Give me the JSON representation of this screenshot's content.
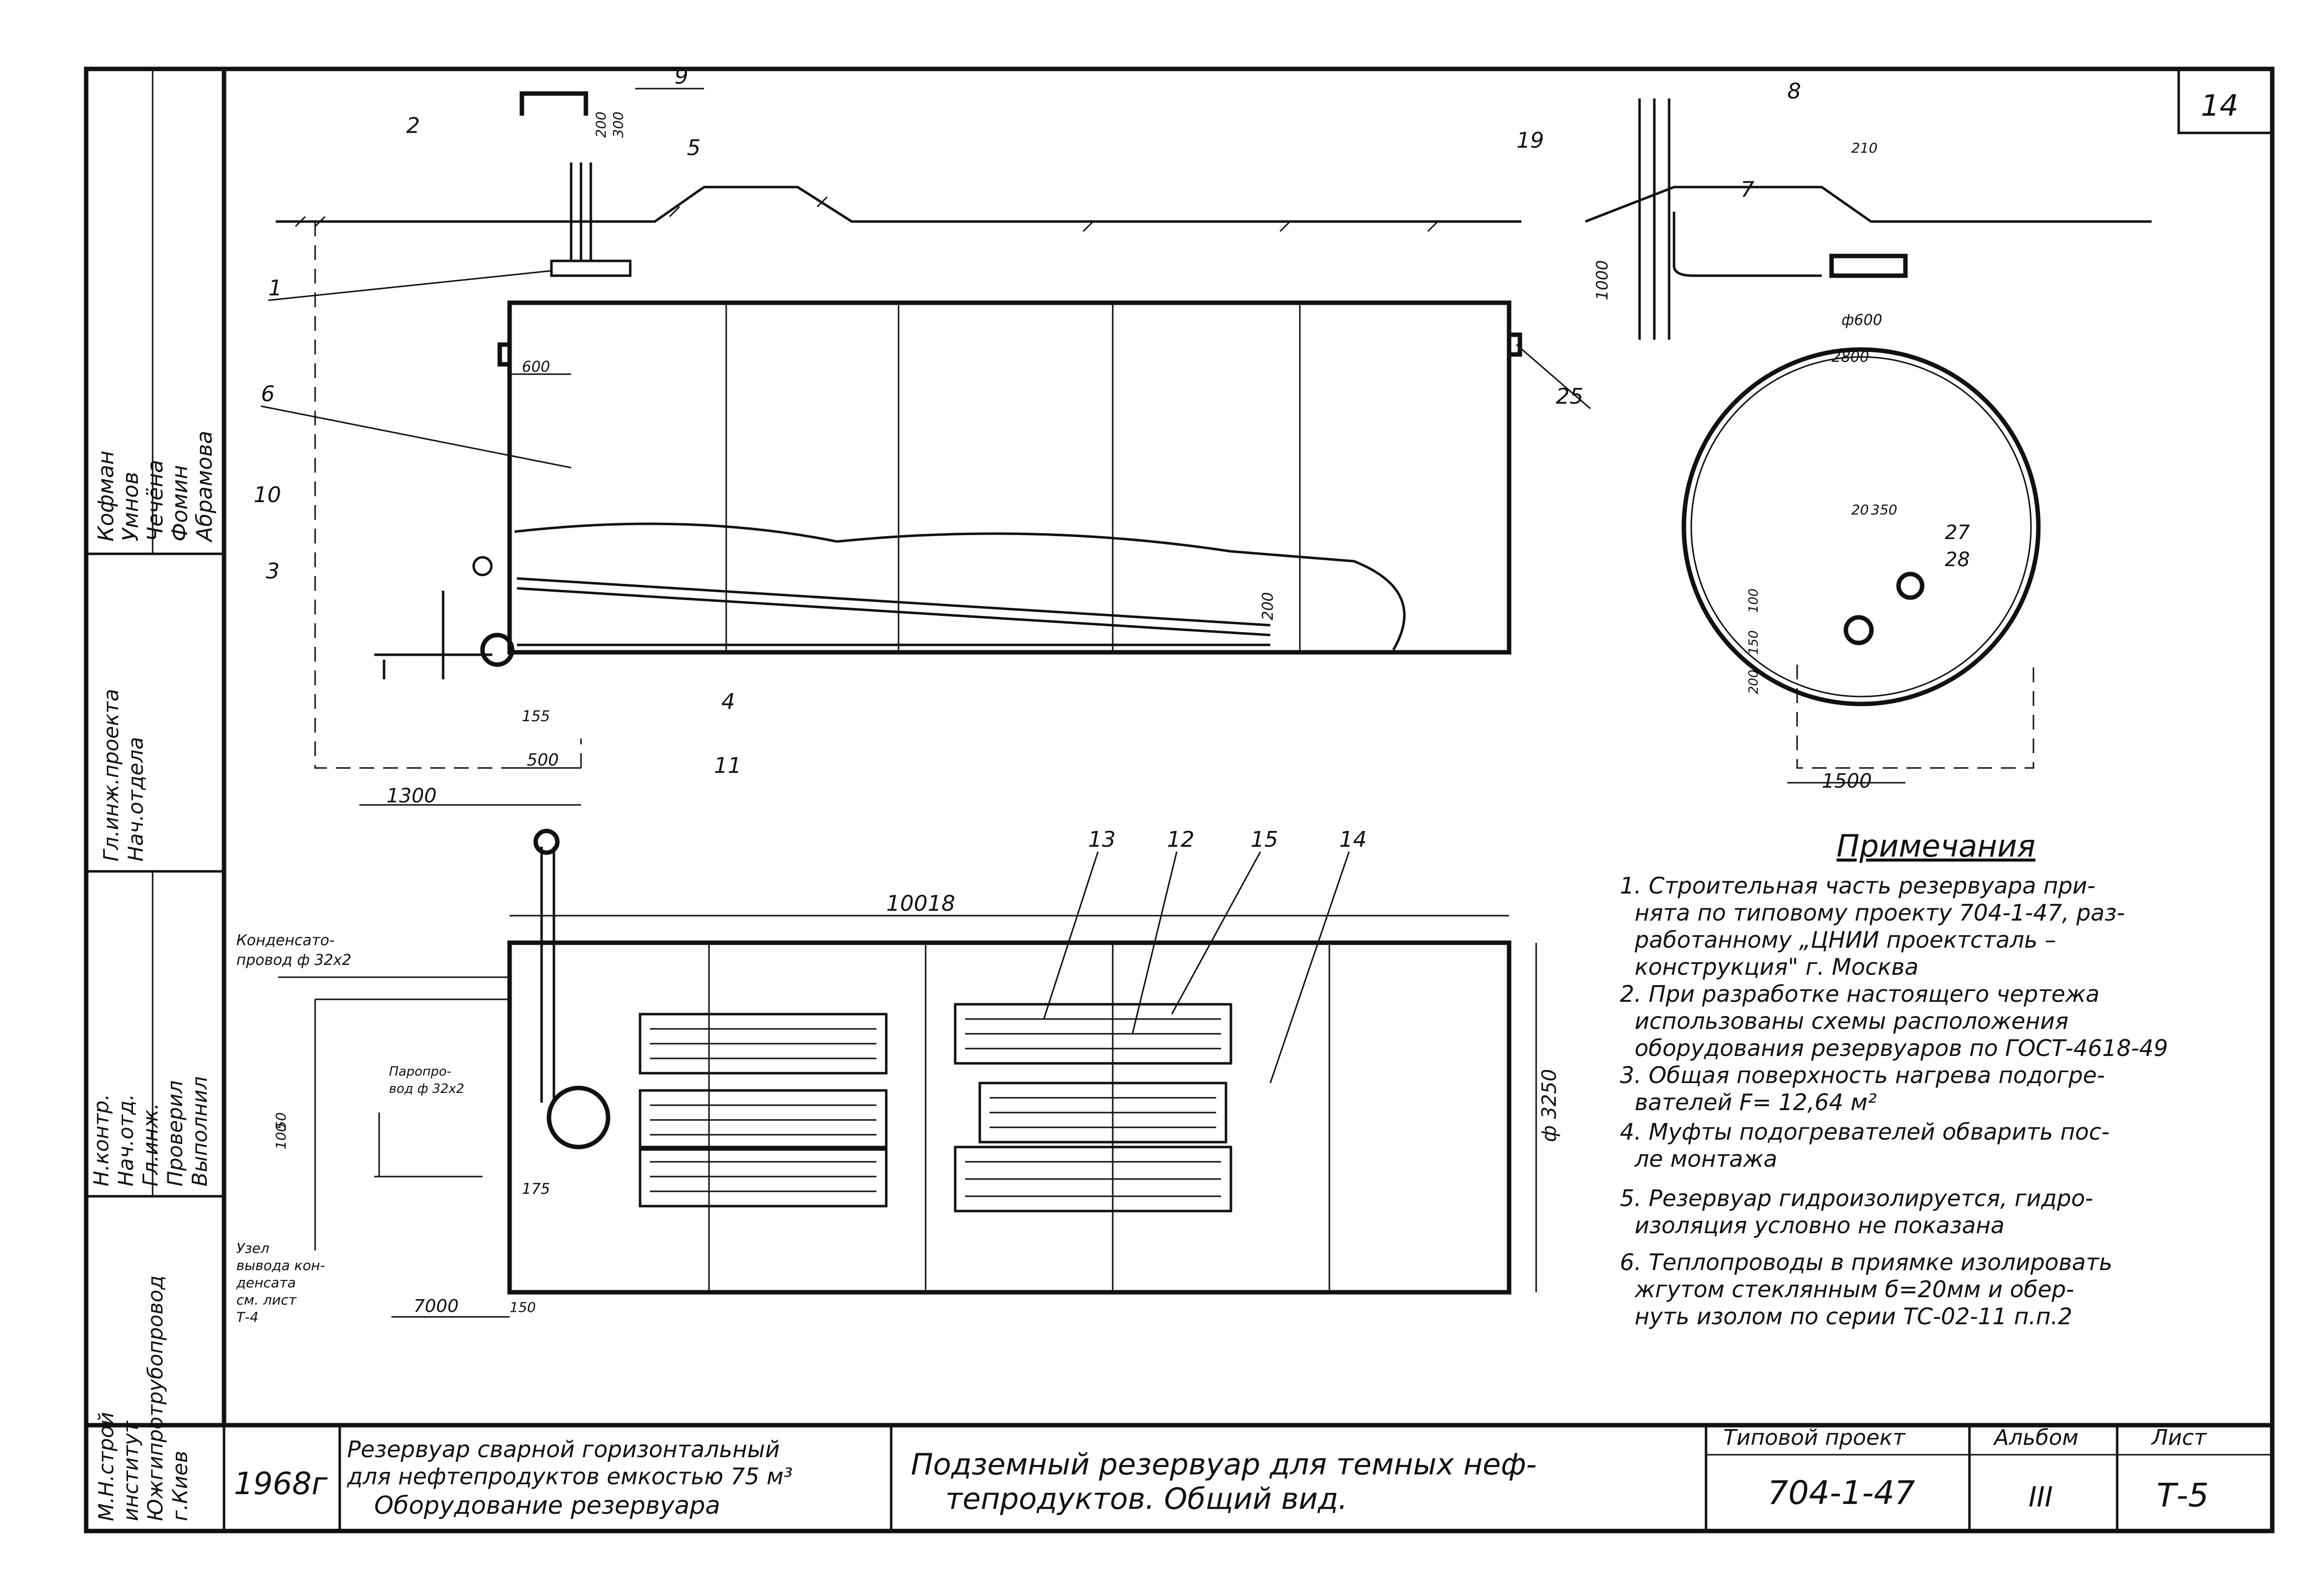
{
  "sheet": {
    "page_number": "14",
    "dimensions": {
      "d_200": "200",
      "d_300": "300",
      "d_1000": "1000",
      "d_600": "600",
      "d_1300": "1300",
      "d_500": "500",
      "d_155": "155",
      "d_200b": "200",
      "d_210": "210",
      "d_phi600": "ф600",
      "d_2800": "2800",
      "d_20": "20",
      "d_350": "350",
      "d_100": "100",
      "d_150": "150",
      "d_200c": "200",
      "d_1500": "1500",
      "d_10018": "10018",
      "d_phi3250": "ф 3250",
      "d_175": "175",
      "d_7000": "7000",
      "d_150b": "150",
      "d_100b": "100",
      "d_50": "50"
    },
    "callouts": [
      "1",
      "2",
      "3",
      "4",
      "5",
      "6",
      "7",
      "8",
      "9",
      "10",
      "11",
      "12",
      "13",
      "14",
      "15",
      "19",
      "25",
      "27",
      "28"
    ],
    "plan_labels": {
      "condensate_line": [
        "Конденсато-",
        "провод ф 32х2"
      ],
      "steam_line": [
        "Паропро-",
        "вод ф 32х2"
      ],
      "node_label": [
        "Узел",
        "вывода кон-",
        "денсата",
        "см. лист",
        "Т-4"
      ]
    },
    "notes": {
      "title": "Примечания",
      "items": [
        "1. Строительная часть резервуара при-",
        "нята по типовому проекту 704-1-47, раз-",
        "работанному „ЦНИИ проектсталь –",
        "конструкция\" г. Москва",
        "2. При разработке настоящего чертежа",
        "использованы схемы расположения",
        "оборудования резервуаров по ГОСТ-4618-49",
        "3. Общая поверхность нагрева подогре-",
        "вателей F= 12,64 м²",
        "4. Муфты подогревателей обварить пос-",
        "ле монтажа",
        "5. Резервуар гидроизолируется, гидро-",
        "изоляция условно не показана",
        "6. Теплопроводы в приямке изолировать",
        "жгутом стеклянным б=20мм и обер-",
        "нуть изолом по серии ТС-02-11 п.п.2"
      ]
    },
    "left_margin": {
      "block1": [
        "Н.контр.",
        "Нач.отд.",
        "Гл.инж.",
        "Проверил",
        "Выполнил"
      ],
      "block2": [
        "Кофман",
        "Умнов",
        "Чечёна",
        "Фомин",
        "Абрамова"
      ],
      "org": [
        "М.Н.строй",
        "институт",
        "Южгипротрубопровод",
        "г.Киев"
      ],
      "block3": [
        "Гл.инж.проекта",
        "Нач.отдела"
      ]
    },
    "title_block": {
      "year": "1968г",
      "desc_lines": [
        "Резервуар сварной горизонтальный",
        "для нефтепродуктов емкостью 75 м³",
        "Оборудование резервуара"
      ],
      "title_lines": [
        "Подземный резервуар для темных неф-",
        "тепродуктов. Общий вид."
      ],
      "project_label": "Типовой проект",
      "project_value": "704-1-47",
      "album_label": "Альбом",
      "album_value": "III",
      "sheet_label": "Лист",
      "sheet_value": "Т-5"
    }
  }
}
